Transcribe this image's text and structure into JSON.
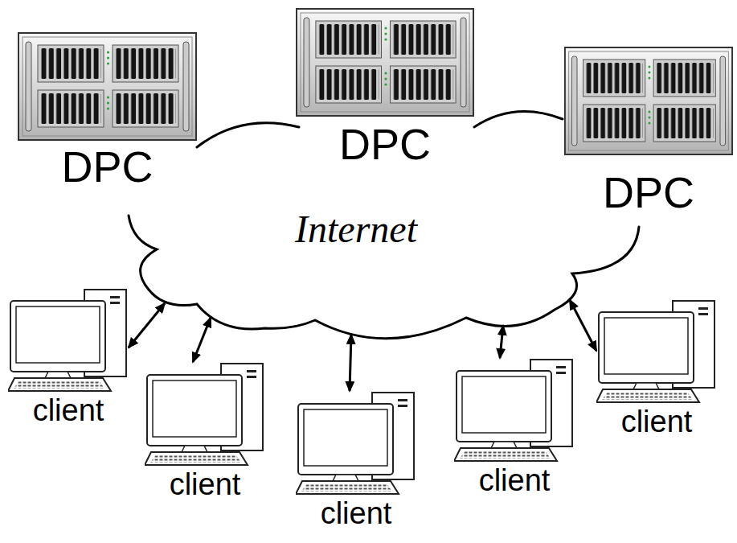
{
  "diagram": {
    "nodes": [
      {
        "text": [
          "DPC"
        ]
      },
      {
        "text": [
          "DPC"
        ]
      },
      {
        "text": [
          "DPC"
        ]
      },
      {
        "text": [
          "Internet"
        ]
      },
      {
        "text": [
          "client"
        ]
      },
      {
        "text": [
          "client"
        ]
      },
      {
        "text": [
          "client"
        ]
      },
      {
        "text": [
          "client"
        ]
      },
      {
        "text": [
          "client"
        ]
      }
    ],
    "edges": [
      {
        "from": 4,
        "to": 3,
        "arrow": "both"
      },
      {
        "from": 5,
        "to": 3,
        "arrow": "both"
      },
      {
        "from": 6,
        "to": 3,
        "arrow": "both"
      },
      {
        "from": 7,
        "to": 3,
        "arrow": "both"
      },
      {
        "from": 8,
        "to": 3,
        "arrow": "both"
      }
    ]
  }
}
